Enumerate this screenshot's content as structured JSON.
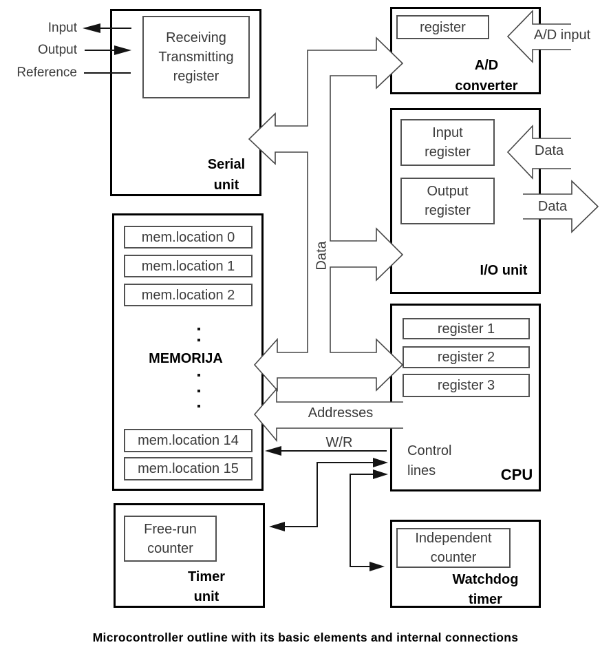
{
  "caption": "Microcontroller outline with its basic elements and internal connections",
  "serial_unit": {
    "title_lines": [
      "Serial",
      "unit"
    ],
    "register_lines": [
      "Receiving",
      "Transmitting",
      "register"
    ],
    "pins": {
      "input": "Input",
      "output": "Output",
      "reference": "Reference"
    }
  },
  "adc": {
    "title_lines": [
      "A/D",
      "converter"
    ],
    "register": "register",
    "input_arrow": "A/D input"
  },
  "io_unit": {
    "title": "I/O unit",
    "input_register_lines": [
      "Input",
      "register"
    ],
    "output_register_lines": [
      "Output",
      "register"
    ],
    "data_in": "Data",
    "data_out": "Data"
  },
  "memory": {
    "title": "MEMORIJA",
    "cells": [
      "mem.location 0",
      "mem.location 1",
      "mem.location 2",
      "mem.location 14",
      "mem.location 15"
    ]
  },
  "cpu": {
    "title": "CPU",
    "registers": [
      "register 1",
      "register 2",
      "register 3"
    ],
    "control_lines": [
      "Control",
      "lines"
    ]
  },
  "timer": {
    "title_lines": [
      "Timer",
      "unit"
    ],
    "counter_lines": [
      "Free-run",
      "counter"
    ]
  },
  "watchdog": {
    "title_lines": [
      "Watchdog",
      "timer"
    ],
    "counter_lines": [
      "Independent",
      "counter"
    ]
  },
  "bus": {
    "data_label": "Data",
    "addresses_label": "Addresses",
    "wr_label": "W/R"
  },
  "colors": {
    "box_border": "#000000",
    "inner_border": "#515151",
    "bus_stroke": "#474747",
    "thin_line": "#141414",
    "text_thin": "#3a3a3a",
    "text_bold": "#000000"
  }
}
